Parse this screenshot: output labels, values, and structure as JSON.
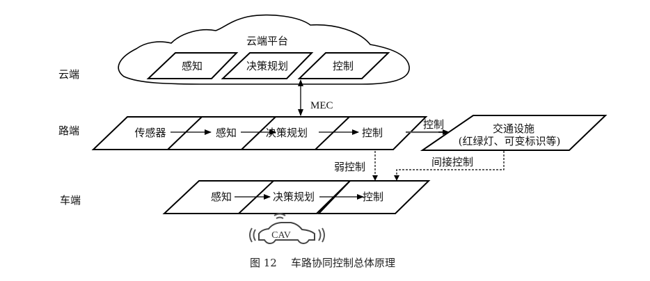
{
  "diagram": {
    "tiers": {
      "cloud": "云端",
      "road": "路端",
      "vehicle": "车端"
    },
    "cloud_platform": {
      "title": "云端平台",
      "boxes": [
        "感知",
        "决策规划",
        "控制"
      ]
    },
    "link_cloud_road": "MEC",
    "road_boxes": [
      "传感器",
      "感知",
      "决策规划",
      "控制"
    ],
    "traffic_facility": {
      "line1": "交通设施",
      "line2": "(红绿灯、可变标识等)"
    },
    "edge_labels": {
      "road_to_facility": "控制",
      "weak_control": "弱控制",
      "indirect_control": "间接控制"
    },
    "vehicle_boxes": [
      "感知",
      "决策规划",
      "控制"
    ],
    "vehicle_icon_label": "CAV",
    "caption": {
      "number": "图 12",
      "title": "车路协同控制总体原理"
    }
  }
}
